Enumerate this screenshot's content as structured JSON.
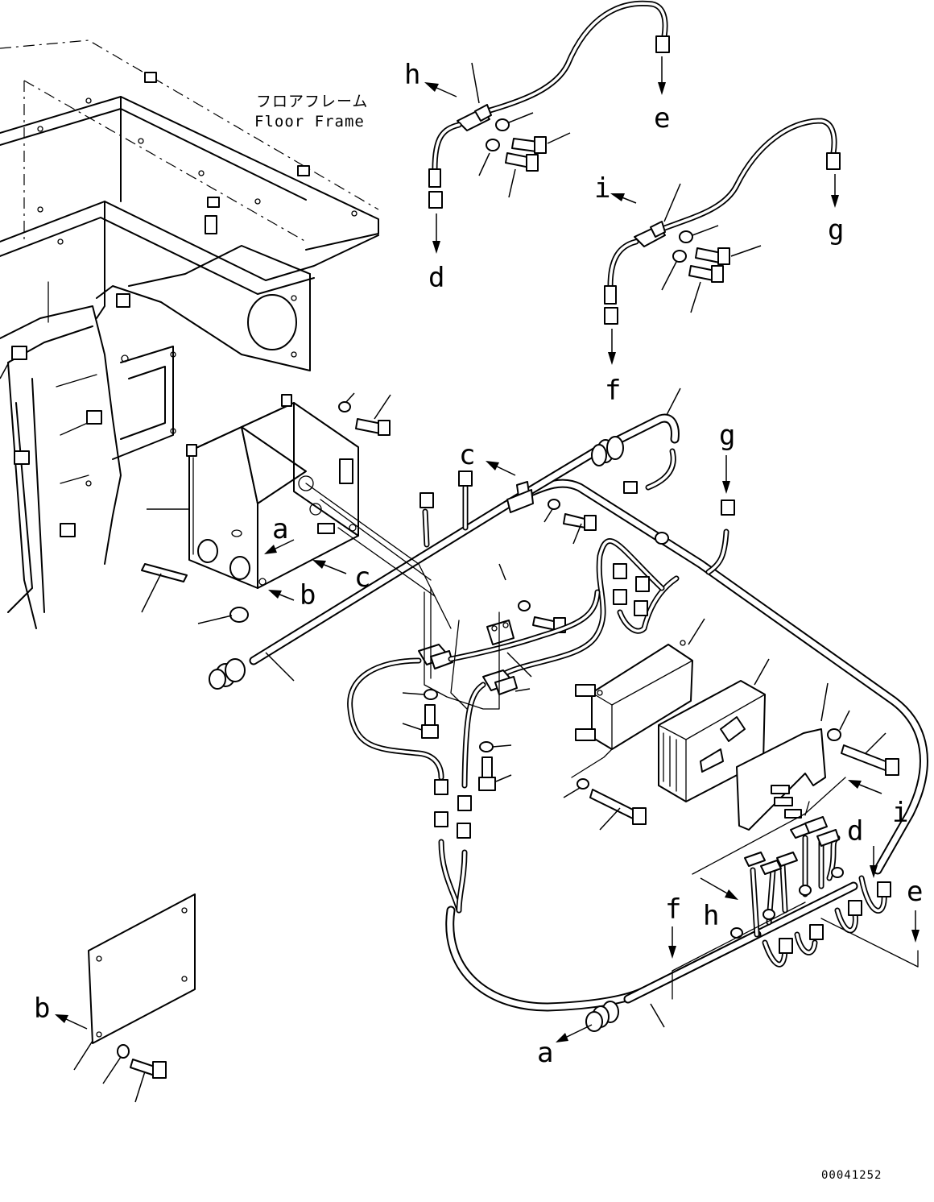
{
  "diagram": {
    "note_jp": "フロアフレーム",
    "note_en": "Floor Frame",
    "drawing_number": "00041252",
    "labels": [
      "h",
      "e",
      "d",
      "i",
      "g",
      "f",
      "g",
      "c",
      "c",
      "a",
      "b",
      "i",
      "d",
      "e",
      "h",
      "f",
      "b",
      "a"
    ]
  }
}
